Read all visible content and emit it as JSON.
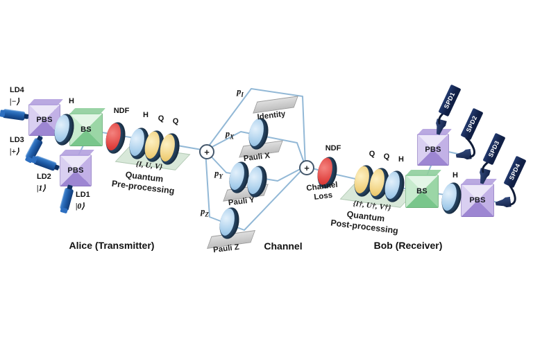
{
  "diagram": {
    "alice": {
      "section_label": "Alice (Transmitter)",
      "lasers": [
        {
          "name": "LD4",
          "state": "|−⟩"
        },
        {
          "name": "LD3",
          "state": "|+⟩"
        },
        {
          "name": "LD2",
          "state": "|1⟩"
        },
        {
          "name": "LD1",
          "state": "|0⟩"
        }
      ],
      "pbs1_label": "PBS",
      "pbs2_label": "PBS",
      "bs_label": "BS",
      "hwp_label": "H",
      "ndf_label": "NDF",
      "waveplates": [
        "H",
        "Q",
        "Q"
      ],
      "unitary_set": "{I, U, V}",
      "caption_line1": "Quantum",
      "caption_line2": "Pre-processing"
    },
    "channel": {
      "section_label": "Channel",
      "combiner_symbol": "+",
      "branches": [
        {
          "prob_base": "p",
          "prob_sub": "I",
          "name": "Identity"
        },
        {
          "prob_base": "p",
          "prob_sub": "X",
          "name": "Pauli X"
        },
        {
          "prob_base": "p",
          "prob_sub": "Y",
          "name": "Pauli Y"
        },
        {
          "prob_base": "p",
          "prob_sub": "Z",
          "name": "Pauli Z"
        }
      ]
    },
    "bob": {
      "section_label": "Bob (Receiver)",
      "ndf_label": "NDF",
      "loss_caption_line1": "Channel",
      "loss_caption_line2": "Loss",
      "waveplates": [
        "Q",
        "Q",
        "H"
      ],
      "unitary_set": "{I†, U†, V†}",
      "caption_line1": "Quantum",
      "caption_line2": "Post-processing",
      "bs_label": "BS",
      "hwp_label": "H",
      "pbs1_label": "PBS",
      "pbs2_label": "PBS",
      "detectors": [
        "SPD1",
        "SPD2",
        "SPD3",
        "SPD4"
      ]
    },
    "colors": {
      "beam_line": "#92b8d6",
      "pbs_cube": "#b3a0de",
      "bs_cube": "#8fce9c",
      "hwp_face": "#a6cdeb",
      "qwp_face": "#f0d07c",
      "ndf_face": "#e0423f",
      "detector_body": "#16295c",
      "laser_body": "#1c58a3",
      "platform": "#d8e8d9",
      "mount_bar": "#c9c9c9"
    }
  }
}
